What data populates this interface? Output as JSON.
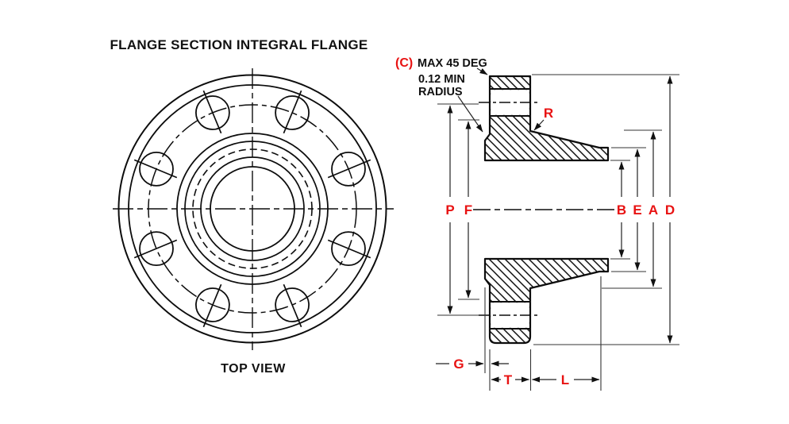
{
  "title": "FLANGE SECTION INTEGRAL FLANGE",
  "left_view": {
    "caption": "TOP VIEW"
  },
  "annotations": {
    "chamfer_ref": "(C)",
    "chamfer_text": "MAX 45 DEG",
    "radius_line1": "0.12 MIN",
    "radius_line2": "RADIUS",
    "fillet_radius": "R"
  },
  "dimensions": {
    "bolt_circle": "P",
    "hole_inner_circle": "F",
    "bore": "B",
    "hub_point_of_welding": "E",
    "hub_base": "A",
    "outside_diameter": "D",
    "back_step": "G",
    "flange_thickness": "T",
    "hub_length": "L"
  },
  "colors": {
    "dimension_red": "#e81212",
    "line_black": "#111111",
    "background": "#ffffff"
  }
}
